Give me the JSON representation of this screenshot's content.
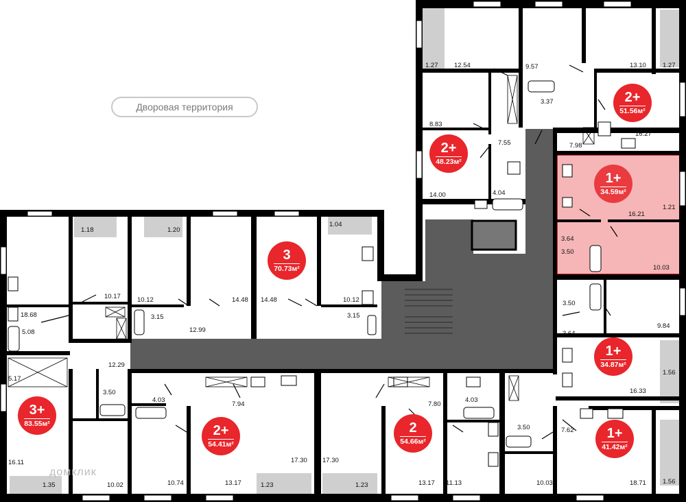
{
  "yard_label": "Дворовая территория",
  "watermark": "домклик",
  "colors": {
    "wall": "#000000",
    "corridor": "#5c5c5c",
    "badge": "#e8262b",
    "highlight": "#f4a9aa",
    "highlight_border": "#e8262b",
    "balcony": "#cfcfcf"
  },
  "apartments": [
    {
      "id": "apt-2-48",
      "type": "2+",
      "area": "48.23м²"
    },
    {
      "id": "apt-2-51",
      "type": "2+",
      "area": "51.56м²"
    },
    {
      "id": "apt-1-34-59",
      "type": "1+",
      "area": "34.59м²",
      "selected": true
    },
    {
      "id": "apt-3-70",
      "type": "3",
      "area": "70.73м²"
    },
    {
      "id": "apt-1-34-87",
      "type": "1+",
      "area": "34.87м²"
    },
    {
      "id": "apt-3-83",
      "type": "3+",
      "area": "83.55м²"
    },
    {
      "id": "apt-2-54-41",
      "type": "2+",
      "area": "54.41м²"
    },
    {
      "id": "apt-2-54-66",
      "type": "2",
      "area": "54.66м²"
    },
    {
      "id": "apt-1-41",
      "type": "1+",
      "area": "41.42м²"
    }
  ],
  "room_areas": [
    "1.27",
    "12.54",
    "9.57",
    "13.10",
    "1.27",
    "3.37",
    "8.83",
    "7.55",
    "16.27",
    "7.98",
    "14.00",
    "4.04",
    "16.21",
    "1.21",
    "1.18",
    "1.20",
    "1.04",
    "3.64",
    "3.50",
    "10.03",
    "10.17",
    "10.12",
    "14.48",
    "14.48",
    "10.12",
    "3.50",
    "9.84",
    "18.68",
    "3.15",
    "3.15",
    "12.99",
    "3.64",
    "5.08",
    "12.29",
    "16.33",
    "1.56",
    "5.17",
    "3.50",
    "4.03",
    "7.94",
    "7.80",
    "4.03",
    "3.50",
    "7.62",
    "16.11",
    "17.30",
    "17.30",
    "1.56",
    "1.35",
    "10.02",
    "10.74",
    "13.17",
    "1.23",
    "1.23",
    "13.17",
    "11.13",
    "10.03",
    "18.71"
  ]
}
